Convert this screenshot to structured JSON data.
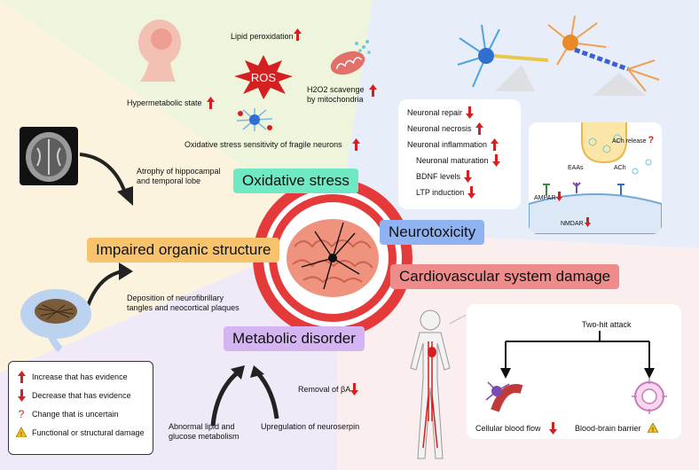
{
  "labels": {
    "lipid": "Lipid peroxidation",
    "ros": "ROS",
    "h2o2_1": "H2O2 scavenge",
    "h2o2_2": "by mitochondria",
    "hyper": "Hypermetabolic state",
    "fragile": "Oxidative stress sensitivity of fragile neurons",
    "atrophy_1": "Atrophy of hippocampal",
    "atrophy_2": "and temporal lobe",
    "depo_1": "Deposition of neurofibrillary",
    "depo_2": "tangles and neocortical plaques",
    "lipid_glucose_1": "Abnormal lipid and",
    "lipid_glucose_2": "glucose metabolism",
    "neuroserpin": "Upregulation of neuroserpin",
    "removal": "Removal of βA"
  },
  "categories": {
    "oxidative": "Oxidative stress",
    "neurotox": "Neurotoxicity",
    "impaired": "Impaired organic structure",
    "cardio": "Cardiovascular system damage",
    "metabolic": "Metabolic disorder"
  },
  "neuro_list": [
    {
      "text": "Neuronal repair",
      "dir": "down"
    },
    {
      "text": "Neuronal necrosis",
      "dir": "up"
    },
    {
      "text": "Neuronal inflammation",
      "dir": "up"
    },
    {
      "text": "Neuronal maturation",
      "dir": "down"
    },
    {
      "text": "BDNF levels",
      "dir": "down"
    },
    {
      "text": "LTP induction",
      "dir": "down"
    }
  ],
  "synapse": {
    "ach_release": "ACh release",
    "eaas": "EAAs",
    "ach": "ACh",
    "ampar": "AMPAR",
    "nmdar": "NMDAR"
  },
  "cardio_box": {
    "title": "Two-hit attack",
    "left": "Cellular blood flow",
    "right": "Blood-brain barrier"
  },
  "legend": [
    {
      "sym": "up",
      "text": "Increase that has evidence"
    },
    {
      "sym": "down",
      "text": "Decrease that has evidence"
    },
    {
      "sym": "q",
      "text": "Change that is uncertain"
    },
    {
      "sym": "warn",
      "text": "Functional or structural damage"
    }
  ],
  "colors": {
    "arrow_red": "#d42020",
    "oxidative_bg": "#6fe9c4",
    "neurotox_bg": "#8fb2f2",
    "impaired_bg": "#f7c36d",
    "cardio_bg": "#f08b8b",
    "metabolic_bg": "#d4b5f2"
  }
}
